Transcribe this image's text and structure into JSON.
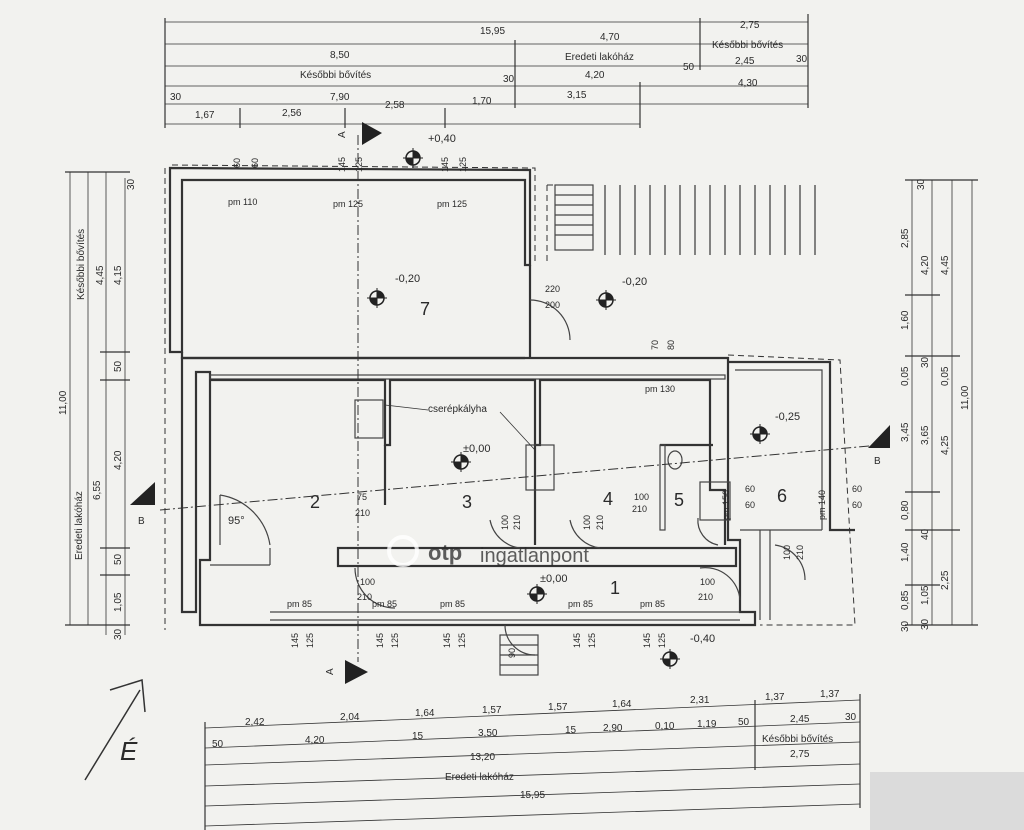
{
  "dims_top": {
    "row1": [
      "15,95",
      "4,70",
      "2,75"
    ],
    "row2": [
      "8,50",
      "Eredeti lakóház",
      "Későbbi bővítés"
    ],
    "row3": [
      "Későbbi bővítés",
      "30",
      "4,20",
      "50",
      "2,45",
      "30"
    ],
    "row4": [
      "30",
      "7,90",
      "4,30"
    ],
    "row5": [
      "1,67",
      "2,56",
      "2,58",
      "1,70",
      "3,15"
    ]
  },
  "dims_bottom": {
    "row1": [
      "2,42",
      "2,04",
      "1,64",
      "1,57",
      "1,57",
      "1,64",
      "2,31",
      "1,37",
      "1,37"
    ],
    "row2": [
      "50",
      "4,20",
      "15",
      "3,50",
      "15",
      "2,90",
      "0,10",
      "1,19",
      "50",
      "2,45",
      "30"
    ],
    "row3": [
      "13,20",
      "Későbbi bővítés",
      "2,75"
    ],
    "row4": [
      "Eredeti lakóház"
    ],
    "row5": [
      "15,95"
    ]
  },
  "dims_left": {
    "outer": [
      "11,00",
      "Eredeti lakóház"
    ],
    "mid": [
      "Későbbi bővítés",
      "6,55"
    ],
    "inner": [
      "30",
      "4,15",
      "4,45",
      "50",
      "4,20",
      "1,05",
      "50",
      "30"
    ]
  },
  "dims_right": {
    "inner": [
      "30",
      "2,85",
      "1,60",
      "0,05",
      "3,45",
      "0,80",
      "1,40",
      "0,85",
      "30"
    ],
    "mid": [
      "4,20",
      "30",
      "3,65",
      "40",
      "1,05",
      "30"
    ],
    "outer2": [
      "4,45",
      "0,05",
      "4,25",
      "2,25"
    ],
    "outer": [
      "11,00"
    ]
  },
  "rooms": [
    "7",
    "2",
    "3",
    "4",
    "5",
    "6",
    "1"
  ],
  "levels": [
    "+0,40",
    "-0,20",
    "-0,20",
    "±0,00",
    "-0,25",
    "±0,00",
    "-0,40"
  ],
  "windows": [
    "pm 110",
    "pm 125",
    "pm 125",
    "pm 130",
    "pm 85",
    "pm 85",
    "pm 85",
    "pm 85",
    "pm 85",
    "pm 150",
    "pm 140"
  ],
  "window_marks": [
    "60",
    "60",
    "145",
    "125",
    "145",
    "125",
    "70",
    "80",
    "145",
    "125",
    "145",
    "125",
    "145",
    "125",
    "145",
    "125",
    "145",
    "125"
  ],
  "doors": [
    "220",
    "200",
    "75",
    "210",
    "100",
    "210",
    "100",
    "210",
    "100",
    "210",
    "60",
    "60",
    "60",
    "60",
    "100",
    "210",
    "100",
    "210",
    "100",
    "210",
    "90"
  ],
  "labels": {
    "stove": "cserépkályha",
    "angle": "95°",
    "north": "É",
    "section_a": "A",
    "section_b": "B",
    "watermark_brand": "otp",
    "watermark_text": "ingatlanpont"
  }
}
